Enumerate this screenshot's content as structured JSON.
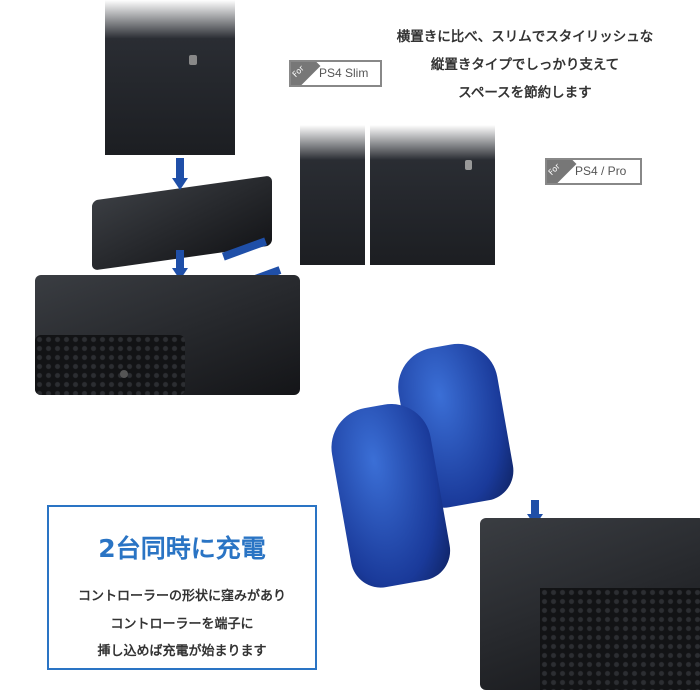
{
  "headline_lines": [
    "横置きに比べ、スリムでスタイリッシュな",
    "縦置きタイプでしっかり支えて",
    "スペースを節約します"
  ],
  "labels": [
    {
      "prefix": "For",
      "name": "PS4 Slim"
    },
    {
      "prefix": "For",
      "name": "PS4 / Pro"
    }
  ],
  "feature_box": {
    "title": "2台同時に充電",
    "lines": [
      "コントローラーの形状に窪みがあり",
      "コントローラーを端子に",
      "挿し込めば充電が始まります"
    ]
  },
  "colors": {
    "accent": "#2a74c4",
    "arrow": "#1f4fa8",
    "controller": "#2553c0",
    "stand": "#1a1b1e"
  }
}
